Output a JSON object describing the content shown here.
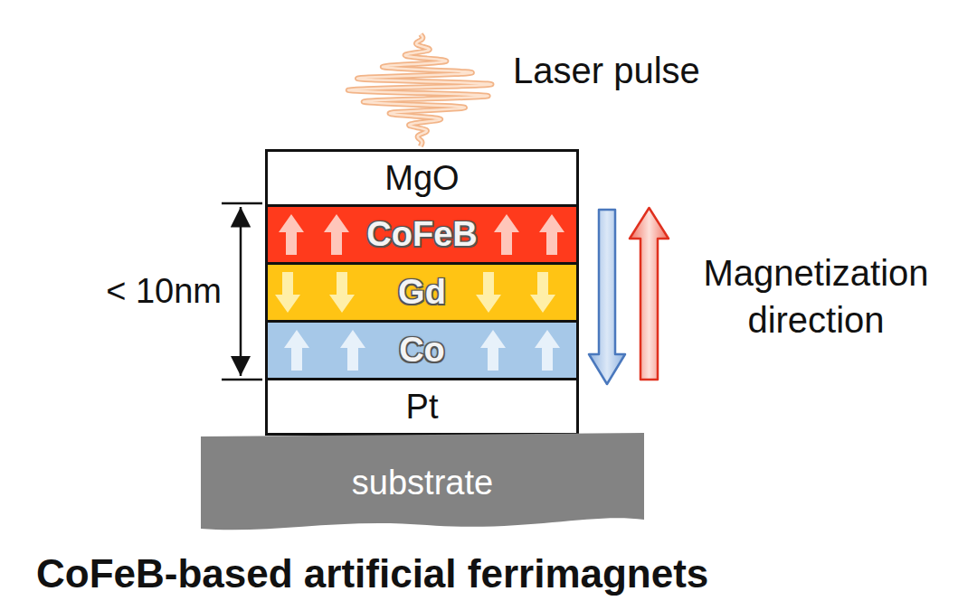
{
  "diagram": {
    "caption": "CoFeB-based artificial ferrimagnets",
    "nodes": [
      {
        "text": [
          "MgO"
        ]
      },
      {
        "text": [
          "CoFeB"
        ]
      },
      {
        "text": [
          "Gd"
        ]
      },
      {
        "text": [
          "Co"
        ]
      },
      {
        "text": [
          "Pt"
        ]
      },
      {
        "text": [
          "substrate"
        ]
      }
    ],
    "labels": [
      "Laser pulse",
      "< 10nm",
      "Magnetization direction"
    ]
  }
}
